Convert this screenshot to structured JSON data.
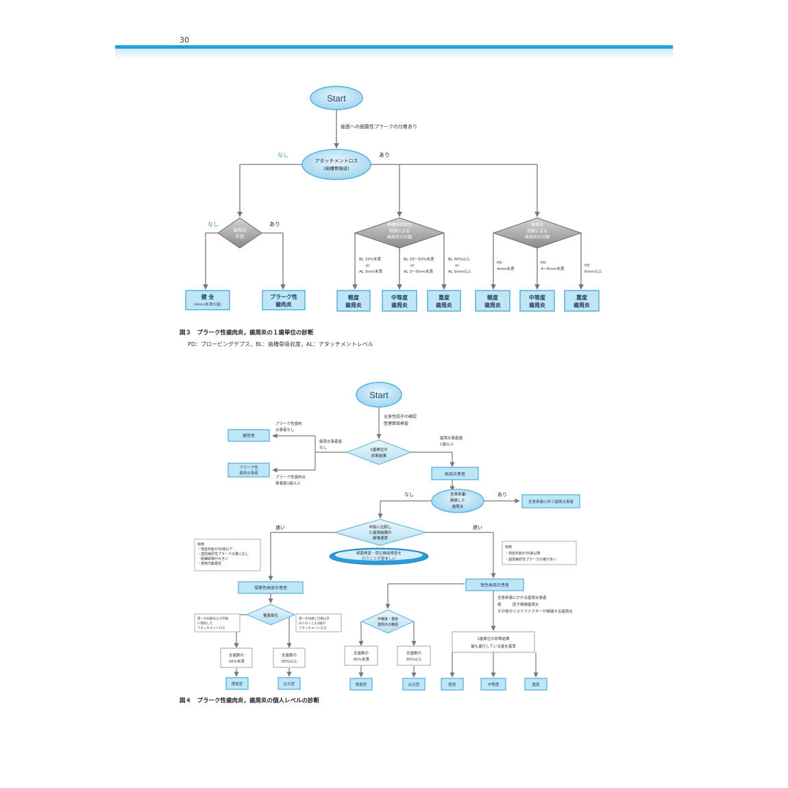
{
  "page": {
    "number": "30"
  },
  "fig3": {
    "start": "Start",
    "q1_label": "歯面への細菌性プラークの付着あり",
    "attach_loss": [
      "アタッチメントロス",
      "(歯槽骨吸収)"
    ],
    "no": "なし",
    "yes": "あり",
    "gingiva_q": [
      "歯肉の",
      "炎症"
    ],
    "bone_q": [
      "歯槽骨吸収の",
      "程度による",
      "歯周炎の分類"
    ],
    "pd_q": [
      "歯周の",
      "程度による",
      "歯周炎の分類"
    ],
    "b1": [
      "BL 33%未満",
      "or",
      "AL 3mm未満"
    ],
    "b2": [
      "BL 33〜50%未満",
      "or",
      "AL 3〜5mm未満"
    ],
    "b3": [
      "BL 50%以上",
      "or",
      "AL 5mm以上"
    ],
    "p1": [
      "PD",
      "4mm未満"
    ],
    "p2": [
      "PD",
      "4〜6mm未満"
    ],
    "p3": [
      "PD",
      "6mm以上"
    ],
    "healthy": [
      "健 全",
      "(4mm未満の歯)"
    ],
    "plaque_gingivitis": [
      "プラーク性",
      "歯肉炎"
    ],
    "mild": [
      "軽度",
      "歯周炎"
    ],
    "moderate": [
      "中等度",
      "歯周炎"
    ],
    "severe": [
      "重度",
      "歯周炎"
    ],
    "caption": "図３　プラーク性歯肉炎，歯周炎の１歯単位の診断",
    "caption_sub": "PD：プロービングデプス，BL：歯槽骨吸収度，AL：アタッチメントレベル"
  },
  "fig4": {
    "start": "Start",
    "exam_label": [
      "全身性因子の確認",
      "医療面接検査"
    ],
    "diag_q": [
      "1歯単位の",
      "診断結果"
    ],
    "left_top_note": [
      "プラーク性歯肉",
      "炎患者なし"
    ],
    "left_mid_note": [
      "歯周炎患者歯",
      "なし"
    ],
    "left_bot_note": [
      "プラーク性歯肉炎",
      "患者歯1歯以上"
    ],
    "healthy_patient": "健常者",
    "gingivitis_patient": [
      "プラーク性",
      "歯肉炎患者"
    ],
    "right_note": [
      "歯周炎患歯歯",
      "1歯以上"
    ],
    "perio_patient": "歯周炎患者",
    "systemic_q": [
      "全身疾患",
      "に",
      "関連した",
      "歯周炎"
    ],
    "no": "なし",
    "yes": "あり",
    "systemic_box": "全身疾患に伴う歯周炎患者",
    "speed_q": [
      "年齢に比較し",
      "た歯周組織の",
      "破壊速度"
    ],
    "fast": "速い",
    "slow": "遅い",
    "oval_note": [
      "細菌検査・宿主機能検査を",
      "行うことが望ましい"
    ],
    "left_features": [
      "特徴",
      "・発症年齢が30歳以下",
      "・歯周病原性プラークの量に比し",
      "　組織破壊が大きい",
      "・家族内集積性"
    ],
    "right_features": [
      "特徴",
      "・発症年齢が35歳以降",
      "・歯周病原性プラークの量が多い"
    ],
    "aggressive": "侵襲性歯周炎患者",
    "chronic": "慢性歯周炎患者",
    "chronic_note": [
      "全身疾患にかかる歯周炎患者",
      "病　　　因子関連歯周炎",
      "その他のリスクファクターが関連する歯周炎"
    ],
    "extent_q": "罹患部位",
    "left_small_note": [
      "第一大臼歯および切歯",
      "に限局した",
      "アタッチメントロス"
    ],
    "right_small_note": [
      "第一大臼歯と切歯以外",
      "の少なくとも3歯の",
      "アタッチメントロス"
    ],
    "agg_pct1": [
      "全歯数の",
      "30%未満"
    ],
    "agg_pct2": [
      "全歯数の",
      "30%以上"
    ],
    "local": "限局型",
    "general": "広汎型",
    "chronic_extent_q": [
      "中等度・重度",
      "歯周炎の範囲"
    ],
    "ch_pct1": [
      "全歯数の",
      "30%未満"
    ],
    "ch_pct2": [
      "全歯数の",
      "30%以上"
    ],
    "box_diag": [
      "1歯単位の診断結果",
      "最も進行している歯を基準"
    ],
    "mild": "軽度",
    "moderate": "中等度",
    "severe": "重度",
    "caption": "図４　プラーク性歯肉炎，歯周炎の個人レベルの診断"
  }
}
